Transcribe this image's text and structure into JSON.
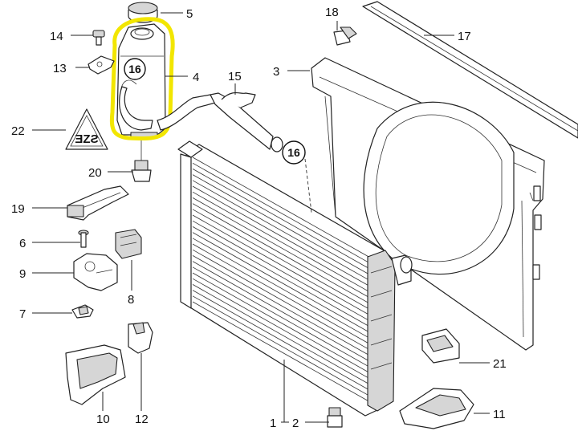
{
  "diagram": {
    "callouts": [
      {
        "id": "5",
        "text": "5"
      },
      {
        "id": "14",
        "text": "14"
      },
      {
        "id": "13",
        "text": "13"
      },
      {
        "id": "4",
        "text": "4"
      },
      {
        "id": "15",
        "text": "15"
      },
      {
        "id": "22",
        "text": "22"
      },
      {
        "id": "20",
        "text": "20"
      },
      {
        "id": "19",
        "text": "19"
      },
      {
        "id": "6",
        "text": "6"
      },
      {
        "id": "9",
        "text": "9"
      },
      {
        "id": "8",
        "text": "8"
      },
      {
        "id": "7",
        "text": "7"
      },
      {
        "id": "10",
        "text": "10"
      },
      {
        "id": "12",
        "text": "12"
      },
      {
        "id": "18",
        "text": "18"
      },
      {
        "id": "17",
        "text": "17"
      },
      {
        "id": "3",
        "text": "3"
      },
      {
        "id": "21",
        "text": "21"
      },
      {
        "id": "11",
        "text": "11"
      },
      {
        "id": "1",
        "text": "1"
      },
      {
        "id": "2",
        "text": "2"
      }
    ],
    "circled_refs": [
      {
        "id": "tank-ref",
        "text": "16"
      },
      {
        "id": "hose-ref",
        "text": "16"
      }
    ],
    "warning_symbol_text": "ƎZƧ",
    "highlight_color": "#f2e600",
    "line_color": "#222222"
  }
}
